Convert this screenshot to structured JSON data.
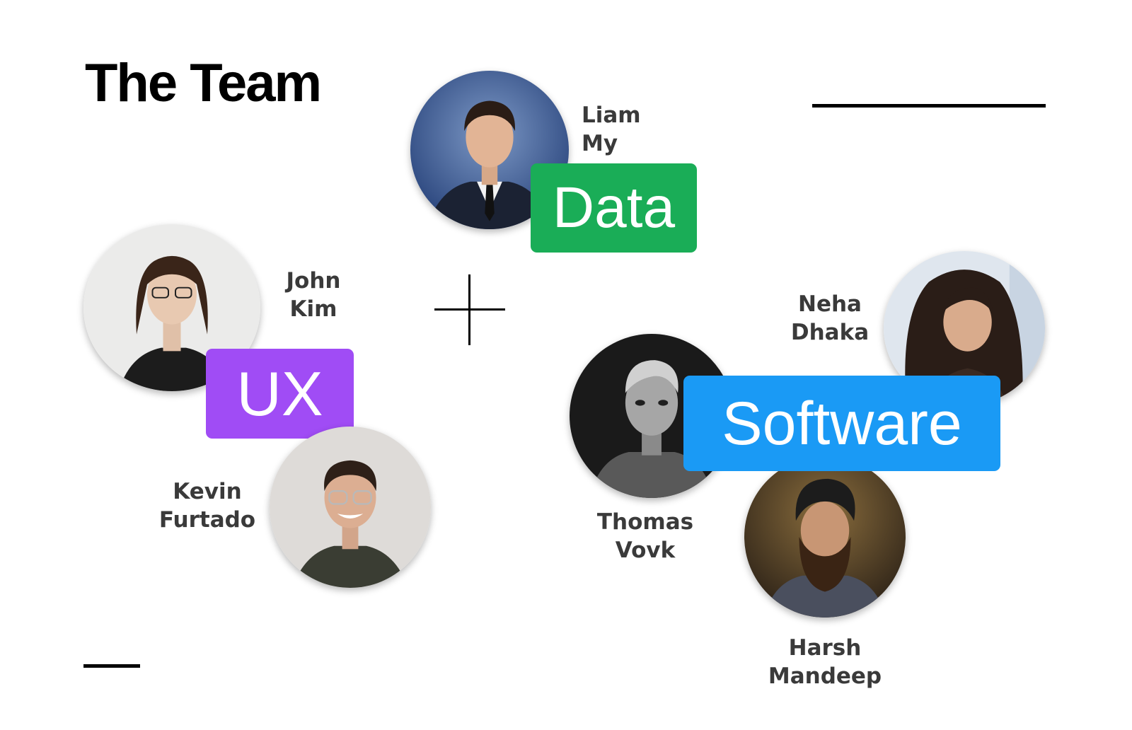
{
  "page": {
    "title": "The Team"
  },
  "teams": {
    "data": {
      "label": "Data",
      "color": "#1aad57"
    },
    "ux": {
      "label": "UX",
      "color": "#a04cf5"
    },
    "software": {
      "label": "Software",
      "color": "#1a9af5"
    }
  },
  "members": {
    "liam": {
      "first": "Liam",
      "last": "My"
    },
    "john": {
      "first": "John",
      "last": "Kim"
    },
    "kevin": {
      "first": "Kevin",
      "last": "Furtado"
    },
    "neha": {
      "first": "Neha",
      "last": "Dhaka"
    },
    "thomas": {
      "first": "Thomas",
      "last": "Vovk"
    },
    "harsh": {
      "first": "Harsh",
      "last": "Mandeep"
    }
  }
}
